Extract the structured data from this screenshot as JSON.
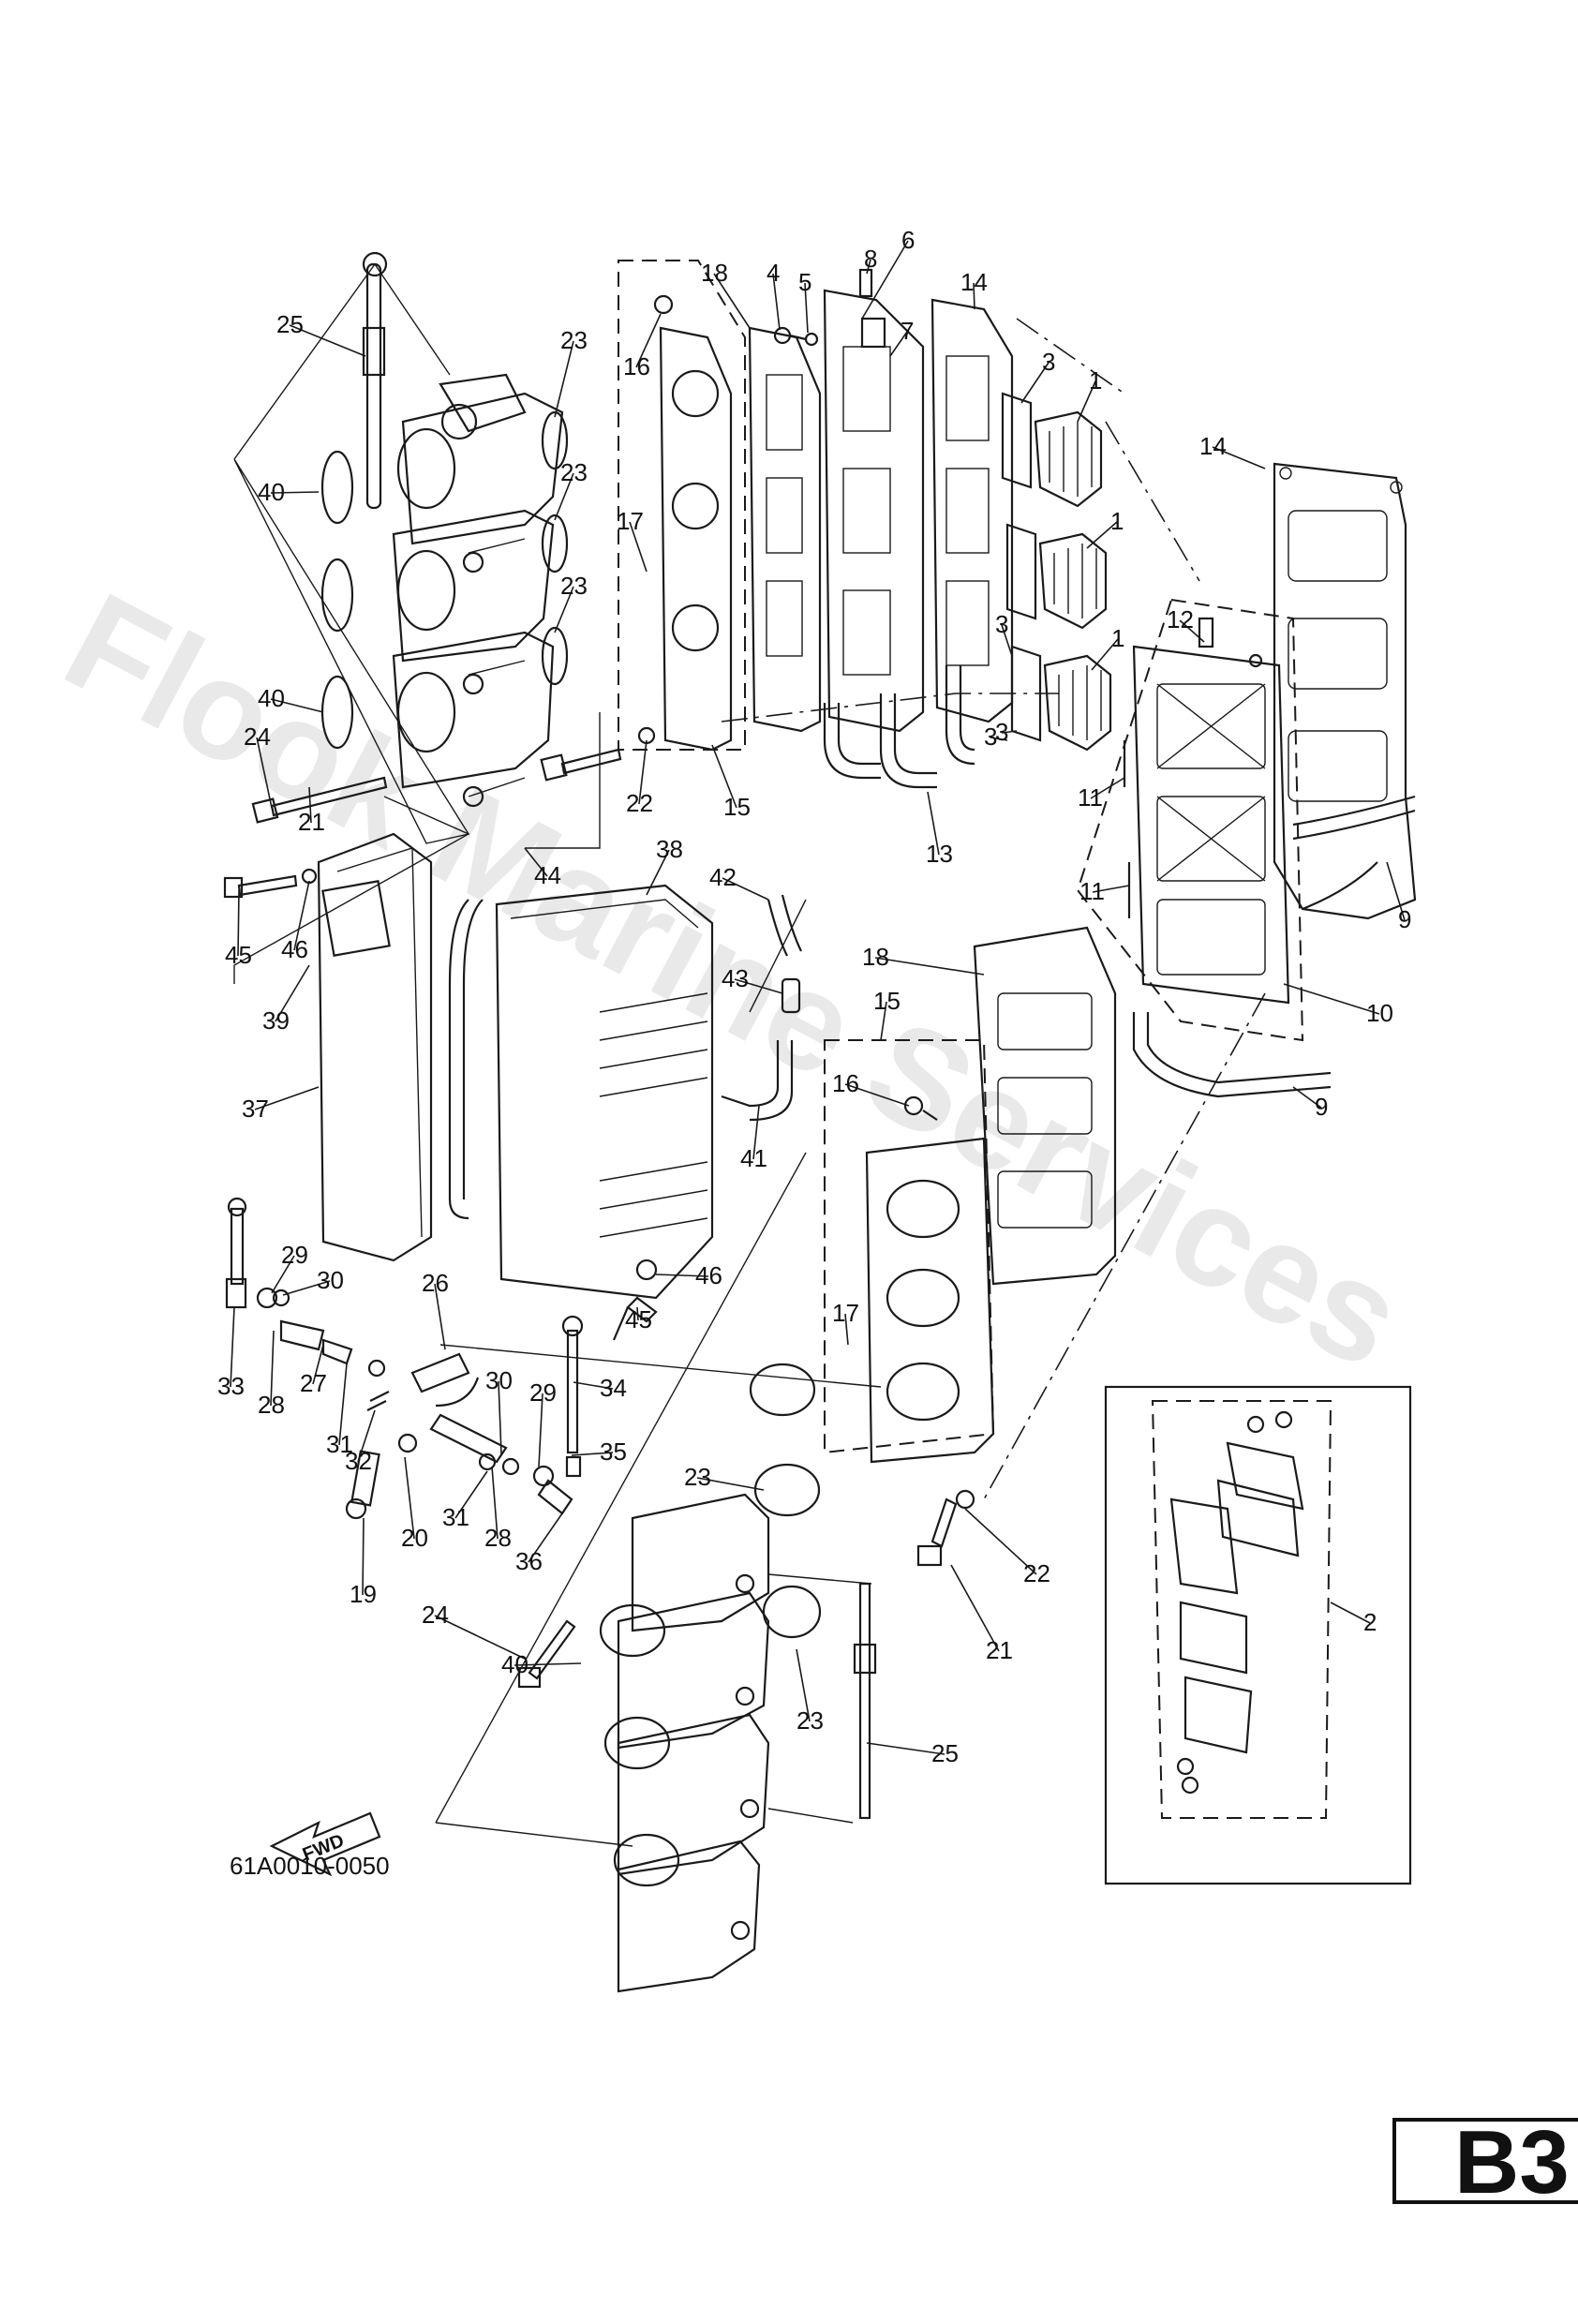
{
  "watermark": "Flook Marine Services",
  "diagram_code": "61A0010-0050",
  "page_code": "B3",
  "direction_label": "FWD",
  "callouts": [
    {
      "n": "1"
    },
    {
      "n": "1"
    },
    {
      "n": "1"
    },
    {
      "n": "2"
    },
    {
      "n": "3"
    },
    {
      "n": "3"
    },
    {
      "n": "3"
    },
    {
      "n": "3"
    },
    {
      "n": "4"
    },
    {
      "n": "5"
    },
    {
      "n": "6"
    },
    {
      "n": "7"
    },
    {
      "n": "8"
    },
    {
      "n": "9"
    },
    {
      "n": "9"
    },
    {
      "n": "10"
    },
    {
      "n": "11"
    },
    {
      "n": "11"
    },
    {
      "n": "12"
    },
    {
      "n": "13"
    },
    {
      "n": "14"
    },
    {
      "n": "14"
    },
    {
      "n": "15"
    },
    {
      "n": "15"
    },
    {
      "n": "16"
    },
    {
      "n": "16"
    },
    {
      "n": "17"
    },
    {
      "n": "17"
    },
    {
      "n": "18"
    },
    {
      "n": "18"
    },
    {
      "n": "19"
    },
    {
      "n": "20"
    },
    {
      "n": "21"
    },
    {
      "n": "21"
    },
    {
      "n": "22"
    },
    {
      "n": "22"
    },
    {
      "n": "23"
    },
    {
      "n": "23"
    },
    {
      "n": "23"
    },
    {
      "n": "23"
    },
    {
      "n": "23"
    },
    {
      "n": "24"
    },
    {
      "n": "24"
    },
    {
      "n": "25"
    },
    {
      "n": "25"
    },
    {
      "n": "26"
    },
    {
      "n": "27"
    },
    {
      "n": "28"
    },
    {
      "n": "28"
    },
    {
      "n": "29"
    },
    {
      "n": "29"
    },
    {
      "n": "30"
    },
    {
      "n": "30"
    },
    {
      "n": "31"
    },
    {
      "n": "31"
    },
    {
      "n": "32"
    },
    {
      "n": "33"
    },
    {
      "n": "34"
    },
    {
      "n": "35"
    },
    {
      "n": "36"
    },
    {
      "n": "37"
    },
    {
      "n": "38"
    },
    {
      "n": "39"
    },
    {
      "n": "40"
    },
    {
      "n": "40"
    },
    {
      "n": "40"
    },
    {
      "n": "41"
    },
    {
      "n": "42"
    },
    {
      "n": "43"
    },
    {
      "n": "44"
    },
    {
      "n": "45"
    },
    {
      "n": "45"
    },
    {
      "n": "46"
    },
    {
      "n": "46"
    }
  ]
}
